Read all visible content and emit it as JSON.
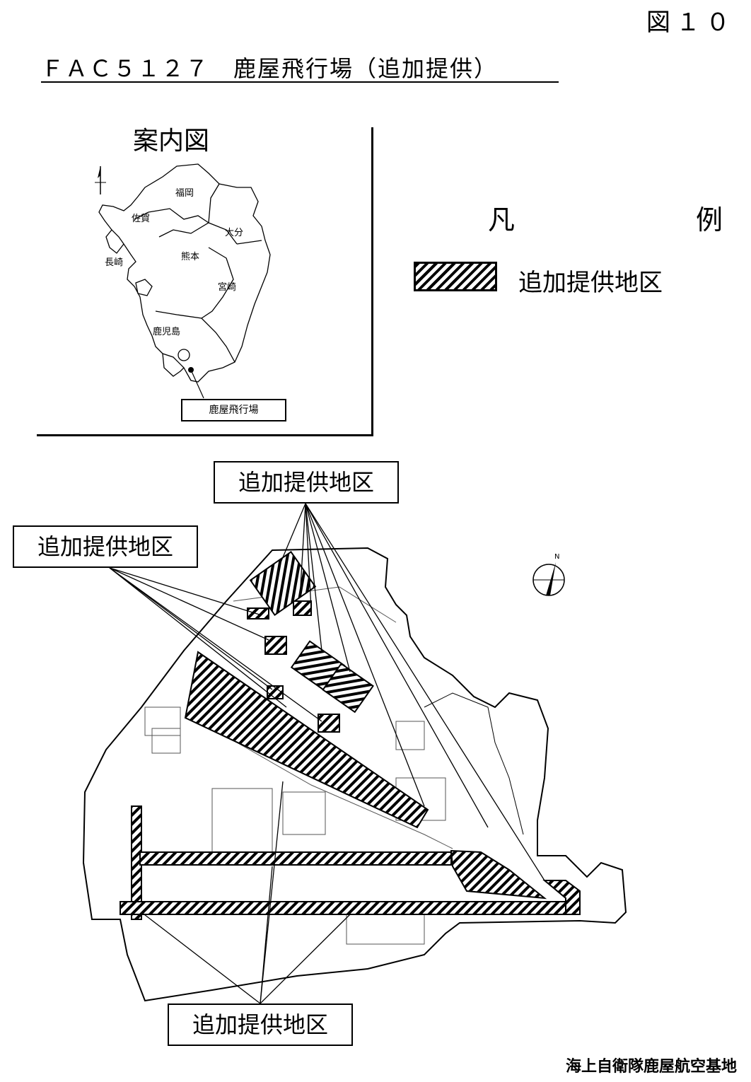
{
  "figure_number": "図１０",
  "title": "ＦＡＣ５１２７　鹿屋飛行場（追加提供）",
  "guide_map": {
    "title": "案内図",
    "prefectures": [
      "福岡",
      "佐賀",
      "長崎",
      "大分",
      "熊本",
      "宮崎",
      "鹿児島"
    ],
    "airfield_label": "鹿屋飛行場"
  },
  "legend": {
    "title": "凡　　例",
    "items": [
      {
        "label": "追加提供地区",
        "pattern": "diagonal-hatch"
      }
    ]
  },
  "site_map": {
    "callouts": [
      "追加提供地区",
      "追加提供地区",
      "追加提供地区"
    ],
    "north_arrow_label": "N"
  },
  "base_name": "海上自衛隊鹿屋航空基地"
}
